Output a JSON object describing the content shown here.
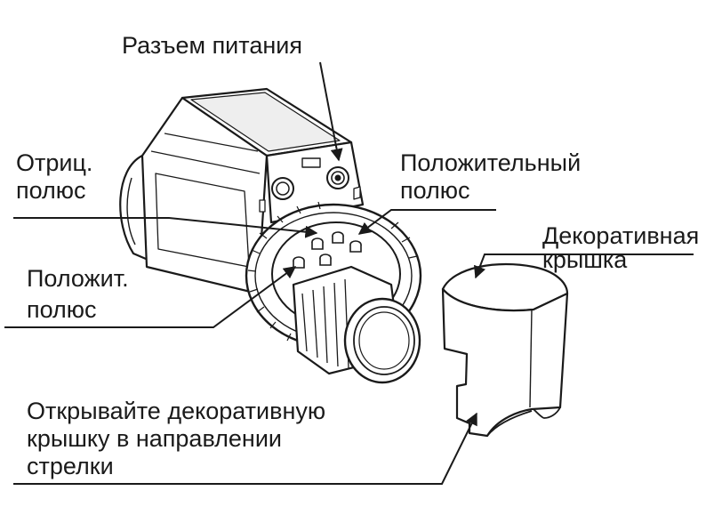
{
  "labels": {
    "power_connector": "Разъем питания",
    "negative_pole": [
      "Отриц.",
      "полюс"
    ],
    "positive_pole_right": [
      "Положительный",
      "полюс"
    ],
    "decorative_cover": [
      "Декоративная",
      "крышка"
    ],
    "positive_pole_left": [
      "Положит.",
      "полюс"
    ],
    "open_instruction": [
      "Открывайте декоративную",
      "крышку в направлении",
      "стрелки"
    ]
  },
  "colors": {
    "line": "#1a1a1a",
    "fill": "#ffffff",
    "shade": "#d9d9d9",
    "dark": "#2a2a2a"
  }
}
